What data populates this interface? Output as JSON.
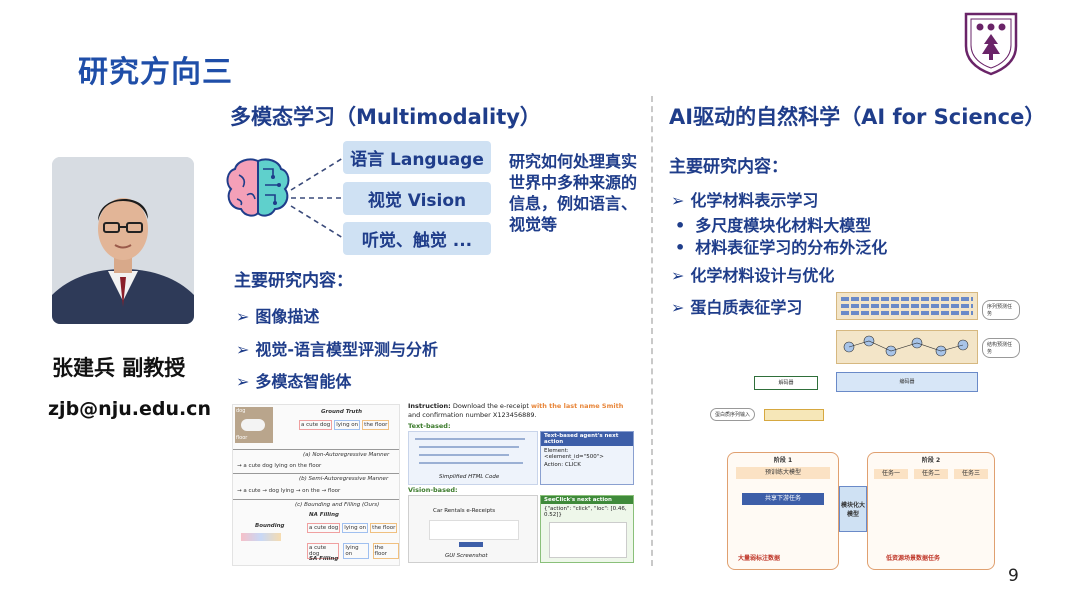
{
  "slide": {
    "title": "研究方向三",
    "page_number": "9"
  },
  "profile": {
    "name": "张建兵 副教授",
    "email": "zjb@nju.edu.cn"
  },
  "left": {
    "title": "多模态学习（Multimodality）",
    "modalities": [
      "语言 Language",
      "视觉 Vision",
      "听觉、触觉 ..."
    ],
    "description": "研究如何处理真实世界中多种来源的信息，例如语言、视觉等",
    "content_title": "主要研究内容：",
    "items": [
      "图像描述",
      "视觉-语言模型评测与分析",
      "多模态智能体"
    ],
    "figure1": {
      "ground_truth": "Ground Truth",
      "words": [
        "a cute dog",
        "lying on",
        "the floor"
      ],
      "labels": [
        "(a) Non-Autoregressive Manner",
        "(b) Semi-Autoregressive Manner",
        "(c) Bounding and Filling (Ours)",
        "NA Filling",
        "SA Filling",
        "Bounding"
      ],
      "sentences": [
        "→ a cute dog lying on the floor",
        "→ a cute → dog lying → on the → floor"
      ],
      "image_words": [
        "dog",
        "floor"
      ]
    },
    "figure2": {
      "instruction_label": "Instruction:",
      "instruction_text": "Download the e-receipt",
      "instruction_highlight": "with the last name Smith",
      "instruction_tail": "and confirmation number X123456889.",
      "text_based": "Text-based:",
      "vision_based": "Vision-based:",
      "html_caption": "Simplified HTML Code",
      "gui_caption": "GUI Screenshot",
      "text_agent": "Text-based agent's next action",
      "vision_agent": "SeeClick's next action",
      "element": "Element: <element_id=\"500\">",
      "action": "Action: CLICK",
      "click_coords": "{\"action\": \"click\", \"loc\": [0.46, 0.52]}",
      "page_heading": "Car Rentals e-Receipts"
    }
  },
  "right": {
    "title": "AI驱动的自然科学（AI for Science）",
    "content_title": "主要研究内容：",
    "items": [
      {
        "mark": "➢",
        "text": "化学材料表示学习"
      },
      {
        "mark": "•",
        "text": "多尺度模块化材料大模型"
      },
      {
        "mark": "•",
        "text": "材料表征学习的分布外泛化"
      },
      {
        "mark": "➢",
        "text": "化学材料设计与优化"
      },
      {
        "mark": "➢",
        "text": "蛋白质表征学习"
      }
    ],
    "figure3": {
      "encoder_left": "解码器",
      "encoder_right": "编码器",
      "input_label": "蛋白质序列输入",
      "side_labels": [
        "序列预测任务",
        "结构预测任务"
      ]
    },
    "figure4": {
      "stage1": "阶段 1",
      "stage2": "阶段 2",
      "model_label": "预训练大模型",
      "shared_label": "共享下游任务",
      "arrow_label": "模块化大模型",
      "tasks": [
        "任务一",
        "任务二",
        "任务三"
      ],
      "bottom_left": "大量弱标注数据",
      "bottom_right": "低资源场景数据任务"
    }
  },
  "colors": {
    "title_blue": "#1f4ea8",
    "heading_blue": "#1f3d8a",
    "box_fill": "#cfe1f3",
    "logo_purple": "#6a2468",
    "orange": "#e8863a"
  },
  "icons": [
    "brain-icon",
    "university-logo",
    "portrait-photo"
  ]
}
